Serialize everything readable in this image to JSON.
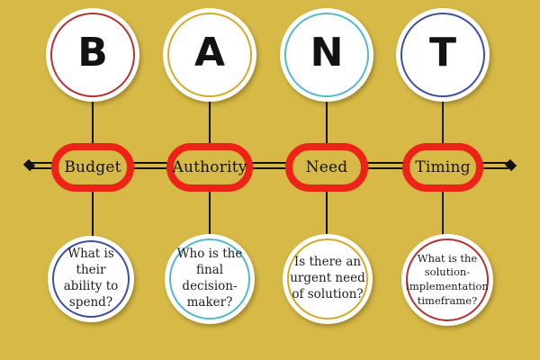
{
  "colors": {
    "background": "#d6b946",
    "box_border": "#ee2318",
    "line": "#121212"
  },
  "columns": [
    {
      "letter": "B",
      "label": "Budget",
      "question": "What is\ntheir\nability to\nspend?",
      "top_ring": "#b23230",
      "bottom_ring": "#3e4f9d"
    },
    {
      "letter": "A",
      "label": "Authority",
      "question": "Who is the\nfinal\ndecision-\nmaker?",
      "top_ring": "#d2ab2a",
      "bottom_ring": "#56b9c8"
    },
    {
      "letter": "N",
      "label": "Need",
      "question": "Is there an\nurgent need\nof solution?",
      "top_ring": "#56b9c8",
      "bottom_ring": "#d2ab2a"
    },
    {
      "letter": "T",
      "label": "Timing",
      "question": "What is the\nsolution-\nimplementation\ntimeframe?",
      "top_ring": "#3e4f9d",
      "bottom_ring": "#b23230"
    }
  ]
}
